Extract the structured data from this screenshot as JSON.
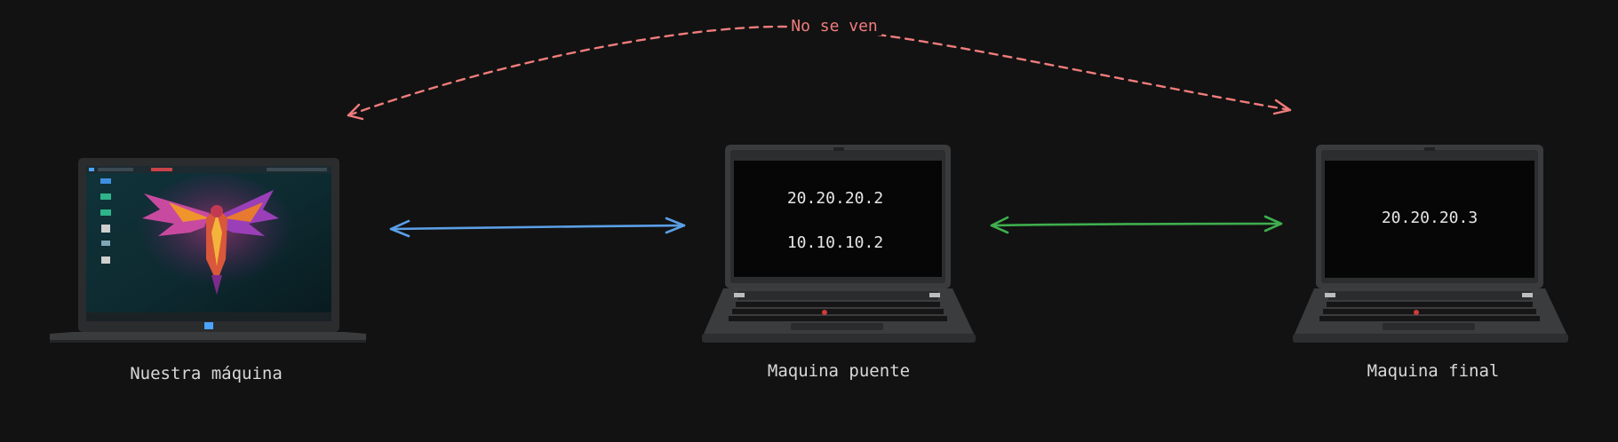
{
  "colors": {
    "background": "#121212",
    "no_link": "#f07c7c",
    "link_a": "#5b9fe6",
    "link_b": "#3fae4e"
  },
  "nodes": {
    "ours": {
      "label": "Nuestra máquina",
      "icon": "kali-laptop-icon"
    },
    "bridge": {
      "label": "Maquina puente",
      "ips": [
        "20.20.20.2",
        "10.10.10.2"
      ],
      "icon": "thinkpad-laptop-icon"
    },
    "final": {
      "label": "Maquina final",
      "ips": [
        "20.20.20.3"
      ],
      "icon": "thinkpad-laptop-icon"
    }
  },
  "edges": {
    "ours_final": {
      "label": "No se ven",
      "style": "dashed"
    },
    "ours_bridge": {
      "style": "solid"
    },
    "bridge_final": {
      "style": "solid"
    }
  }
}
